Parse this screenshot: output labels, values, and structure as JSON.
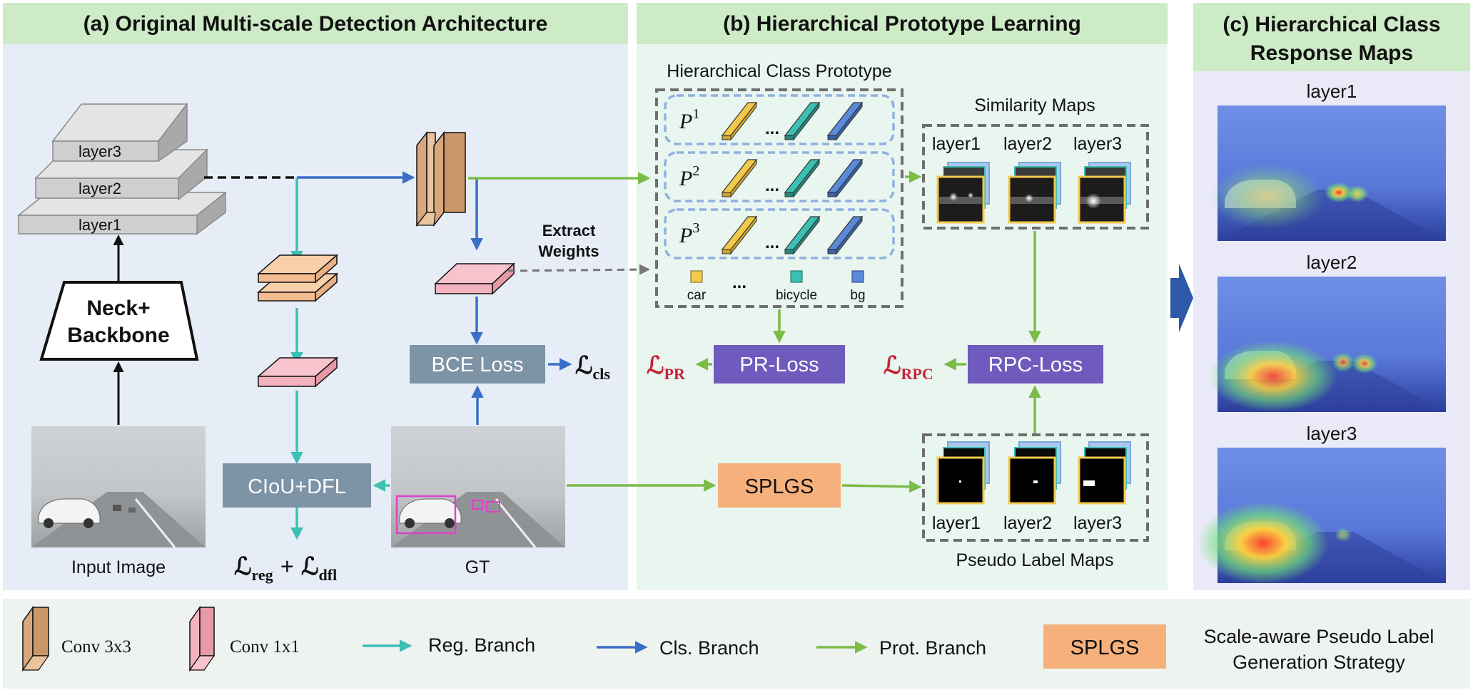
{
  "panels": {
    "a_title": "(a) Original Multi-scale Detection Architecture",
    "b_title": "(b) Hierarchical Prototype Learning",
    "c_title_line1": "(c) Hierarchical Class",
    "c_title_line2": "Response Maps"
  },
  "panel_a": {
    "layer3": "layer3",
    "layer2": "layer2",
    "layer1": "layer1",
    "backbone_line1": "Neck+",
    "backbone_line2": "Backbone",
    "input_caption": "Input Image",
    "gt_caption": "GT",
    "extract_line1": "Extract",
    "extract_line2": "Weights",
    "bce_loss": "BCE Loss",
    "ciou_dfl": "CIoU+DFL",
    "loss_cls_sym": "ℒ",
    "loss_cls_sub": "cls",
    "loss_reg_sym": "ℒ",
    "loss_reg_sub": "reg",
    "loss_plus": "+",
    "loss_dfl_sym": "ℒ",
    "loss_dfl_sub": "dfl"
  },
  "panel_b": {
    "prototype_title": "Hierarchical Class Prototype",
    "prototypes": [
      {
        "base": "P",
        "sup": "1"
      },
      {
        "base": "P",
        "sup": "2"
      },
      {
        "base": "P",
        "sup": "3"
      }
    ],
    "ellipsis": "...",
    "classes": [
      "car",
      "...",
      "bicycle",
      "bg"
    ],
    "similarity_title": "Similarity Maps",
    "similarity_layers": [
      "layer1",
      "layer2",
      "layer3"
    ],
    "pseudo_title": "Pseudo Label Maps",
    "pseudo_layers": [
      "layer1",
      "layer2",
      "layer3"
    ],
    "pr_loss": "PR-Loss",
    "rpc_loss": "RPC-Loss",
    "splgs": "SPLGS",
    "loss_pr_sym": "ℒ",
    "loss_pr_sub": "PR",
    "loss_rpc_sym": "ℒ",
    "loss_rpc_sub": "RPC"
  },
  "panel_c": {
    "maps": [
      "layer1",
      "layer2",
      "layer3"
    ]
  },
  "legend": {
    "conv3": "Conv 3x3",
    "conv1": "Conv 1x1",
    "reg": "Reg. Branch",
    "cls": "Cls. Branch",
    "prot": "Prot. Branch",
    "splgs": "SPLGS",
    "splgs_desc_line1": "Scale-aware Pseudo Label",
    "splgs_desc_line2": "Generation Strategy"
  },
  "colors": {
    "header_green": "#cdebc6",
    "panel_a_bg": "#e6edf6",
    "panel_b_bg": "#e9f5ef",
    "panel_c_bg": "#e9e9f7",
    "legend_bg": "#eef3f0",
    "reg_branch": "#3dbfb3",
    "cls_branch": "#3a6fc9",
    "prot_branch": "#7dbb48",
    "loss_box_gray": "#7d93a6",
    "loss_box_purple": "#6e5bbd",
    "splgs_orange": "#f5b07c",
    "loss_red": "#c8223a",
    "car_yellow": "#f2c94c",
    "bicycle_teal": "#3dbfb3",
    "bg_blue": "#5b8ad8",
    "conv3_brown": "#d9a77e",
    "conv1_pink": "#f2b3bf"
  }
}
